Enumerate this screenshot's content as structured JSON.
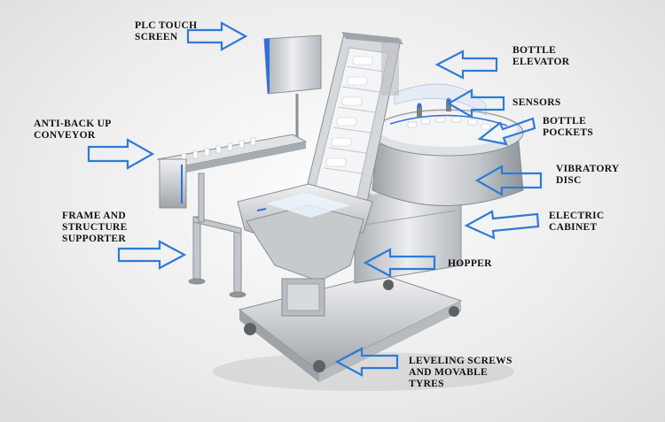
{
  "labels": [
    {
      "id": "plc",
      "lines": [
        "PLC TOUCH",
        "SCREEN"
      ]
    },
    {
      "id": "elevator",
      "lines": [
        "BOTTLE",
        "ELEVATOR"
      ]
    },
    {
      "id": "sensors",
      "lines": [
        "SENSORS"
      ]
    },
    {
      "id": "pockets",
      "lines": [
        "BOTTLE",
        "POCKETS"
      ]
    },
    {
      "id": "conveyor",
      "lines": [
        "ANTI-BACK UP",
        "CONVEYOR"
      ]
    },
    {
      "id": "vibratory",
      "lines": [
        "VIBRATORY",
        "DISC"
      ]
    },
    {
      "id": "frame",
      "lines": [
        "FRAME AND",
        "STRUCTURE",
        "SUPPORTER"
      ]
    },
    {
      "id": "cabinet",
      "lines": [
        "ELECTRIC",
        "CABINET"
      ]
    },
    {
      "id": "hopper",
      "lines": [
        "HOPPER"
      ]
    },
    {
      "id": "leveling",
      "lines": [
        "LEVELING SCREWS",
        "AND MOVABLE",
        "TYRES"
      ]
    }
  ],
  "colors": {
    "arrow_stroke": "#2e7bd6",
    "steel_light": "#e4e6e8",
    "steel_mid": "#bfc3c7",
    "steel_dark": "#8e9398",
    "accent_blue": "#2f6fe0"
  }
}
